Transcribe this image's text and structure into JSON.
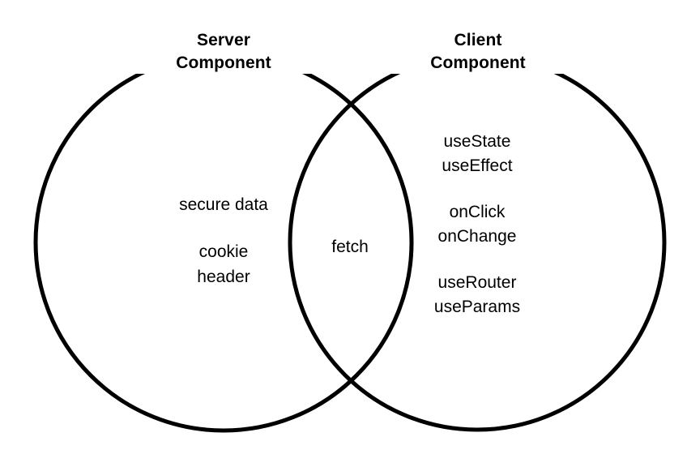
{
  "diagram": {
    "type": "venn",
    "background_color": "#ffffff",
    "stroke_color": "#000000",
    "stroke_width": 5,
    "left_label": {
      "line1": "Server",
      "line2": "Component"
    },
    "right_label": {
      "line1": "Client",
      "line2": "Component"
    },
    "left_only": {
      "group1": [
        "secure data"
      ],
      "group2": [
        "cookie",
        "header"
      ]
    },
    "intersection": {
      "group1": [
        "fetch"
      ]
    },
    "right_only": {
      "group1": [
        "useState",
        "useEffect"
      ],
      "group2": [
        "onClick",
        "onChange"
      ],
      "group3": [
        "useRouter",
        "useParams"
      ]
    }
  }
}
